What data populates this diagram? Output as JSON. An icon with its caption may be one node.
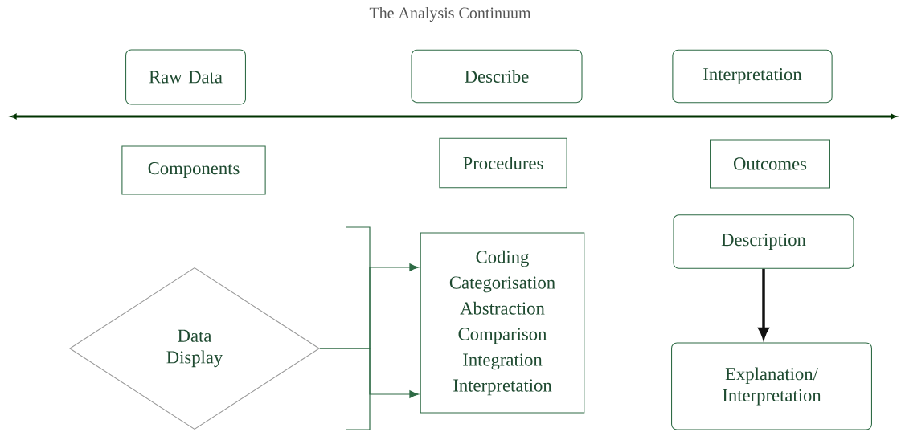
{
  "diagram": {
    "title": "The Analysis Continuum",
    "nodes": [
      {
        "text": [
          "Raw Data"
        ]
      },
      {
        "text": [
          "Describe"
        ]
      },
      {
        "text": [
          "Interpretation"
        ]
      },
      {
        "text": [
          "Components"
        ]
      },
      {
        "text": [
          "Procedures"
        ]
      },
      {
        "text": [
          "Outcomes"
        ]
      },
      {
        "text": [
          "Data Display"
        ]
      },
      {
        "text": [
          "Coding",
          "Categorisation",
          "Abstraction",
          "Comparison",
          "Integration",
          "Interpretation"
        ]
      },
      {
        "text": [
          "Description"
        ]
      },
      {
        "text": [
          "Explanation/ Interpretation"
        ]
      }
    ],
    "edges": [
      {
        "from": 6,
        "to": 7,
        "arrow": "to"
      },
      {
        "from": 6,
        "to": 7,
        "arrow": "to"
      },
      {
        "from": 8,
        "to": 9,
        "arrow": "to",
        "style": "thick",
        "color": "#111111"
      }
    ]
  }
}
